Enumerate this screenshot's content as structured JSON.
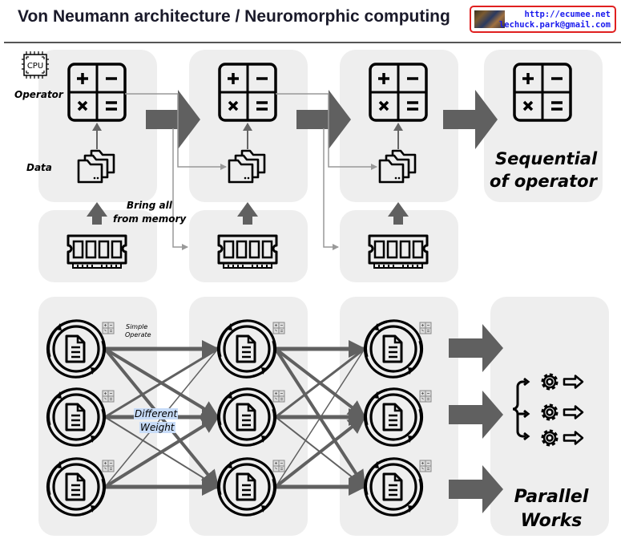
{
  "header": {
    "title": "Von Neumann architecture / Neuromorphic computing",
    "badge": {
      "url": "http://ecumee.net",
      "email": "lechuck.park@gmail.com",
      "photo_icon": "author-photo"
    }
  },
  "von_neumann": {
    "cpu_icon_label": "CPU",
    "operator_label": "Operator",
    "data_label": "Data",
    "memory_label_line1": "Bring all",
    "memory_label_line2": "from memory",
    "result_line1": "Sequential",
    "result_line2": "of operator",
    "icons": [
      "calculator-icon",
      "folders-icon",
      "ram-memory-icon",
      "cpu-icon"
    ]
  },
  "neuromorphic": {
    "simple_operate_line1": "Simple",
    "simple_operate_line2": "Operate",
    "weight_line1": "Different",
    "weight_line2": "Weight",
    "result_line1": "Parallel",
    "result_line2": "Works",
    "icons": [
      "neuron-document-cycle-icon",
      "mini-calculator-icon",
      "parallel-gears-icon"
    ]
  },
  "colors": {
    "panel": "#eeeeee",
    "arrow": "#606060",
    "thin_line": "#999999",
    "badge_border": "#e02020",
    "badge_text": "#1a1aee",
    "weight_highlight": "#c8dcf8"
  }
}
